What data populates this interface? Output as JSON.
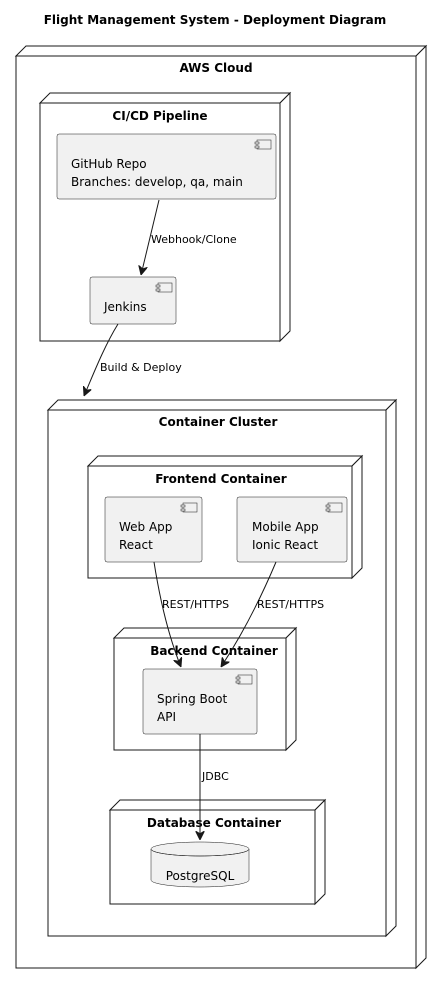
{
  "diagram": {
    "title": "Flight Management System - Deployment Diagram",
    "nodes": {
      "aws": {
        "title": "AWS Cloud"
      },
      "cicd": {
        "title": "CI/CD Pipeline"
      },
      "cluster": {
        "title": "Container Cluster"
      },
      "frontend": {
        "title": "Frontend Container"
      },
      "backend": {
        "title": "Backend Container"
      },
      "database": {
        "title": "Database Container"
      }
    },
    "components": {
      "github": {
        "line1": "GitHub Repo",
        "line2": "Branches: develop, qa, main"
      },
      "jenkins": {
        "line1": "Jenkins"
      },
      "webapp": {
        "line1": "Web App",
        "line2": "React"
      },
      "mobileapp": {
        "line1": "Mobile App",
        "line2": "Ionic React"
      },
      "springboot": {
        "line1": "Spring Boot",
        "line2": "API"
      },
      "postgres": {
        "line1": "PostgreSQL"
      }
    },
    "edges": {
      "github_jenkins": "Webhook/Clone",
      "jenkins_cluster": "Build & Deploy",
      "webapp_backend": "REST/HTTPS",
      "mobile_backend": "REST/HTTPS",
      "backend_db": "JDBC"
    }
  }
}
